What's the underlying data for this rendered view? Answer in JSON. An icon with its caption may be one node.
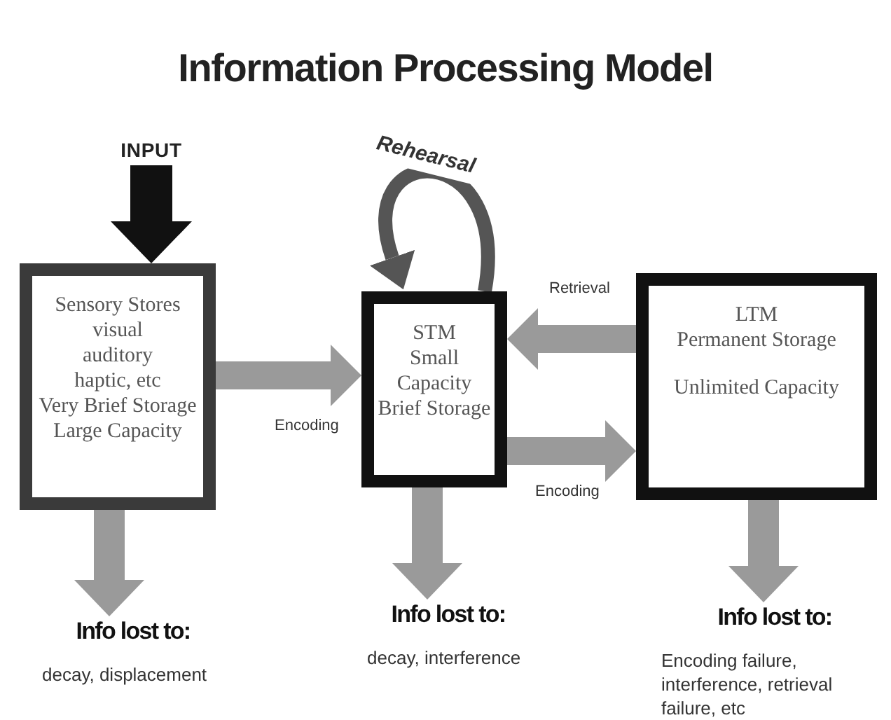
{
  "diagram": {
    "title": "Information Processing Model",
    "nodes": [
      {
        "text": [
          "INPUT"
        ]
      },
      {
        "text": [
          "Sensory Stores",
          "visual",
          "auditory",
          "haptic, etc",
          "Very Brief Storage",
          "Large Capacity"
        ]
      },
      {
        "text": [
          "STM",
          "Small Capacity",
          "Brief Storage"
        ]
      },
      {
        "text": [
          "LTM",
          "Permanent Storage",
          "Unlimited Capacity"
        ]
      },
      {
        "text": [
          "Info lost to:",
          "decay, displacement"
        ]
      },
      {
        "text": [
          "Info lost to:",
          "decay, interference"
        ]
      },
      {
        "text": [
          "Info lost to:",
          "Encoding failure, interference, retrieval failure, etc"
        ]
      }
    ],
    "edges": [
      {
        "from": 0,
        "to": 1,
        "arrow": "to",
        "color": "#111111"
      },
      {
        "from": 1,
        "to": 2,
        "arrow": "to",
        "label": "Encoding"
      },
      {
        "from": 3,
        "to": 2,
        "arrow": "to",
        "label": "Retrieval"
      },
      {
        "from": 2,
        "to": 3,
        "arrow": "to",
        "label": "Encoding"
      },
      {
        "from": 2,
        "to": 2,
        "arrow": "to",
        "label": "Rehearsal",
        "color": "#555555"
      },
      {
        "from": 1,
        "to": 4,
        "arrow": "to"
      },
      {
        "from": 2,
        "to": 5,
        "arrow": "to"
      },
      {
        "from": 3,
        "to": 6,
        "arrow": "to"
      }
    ]
  }
}
